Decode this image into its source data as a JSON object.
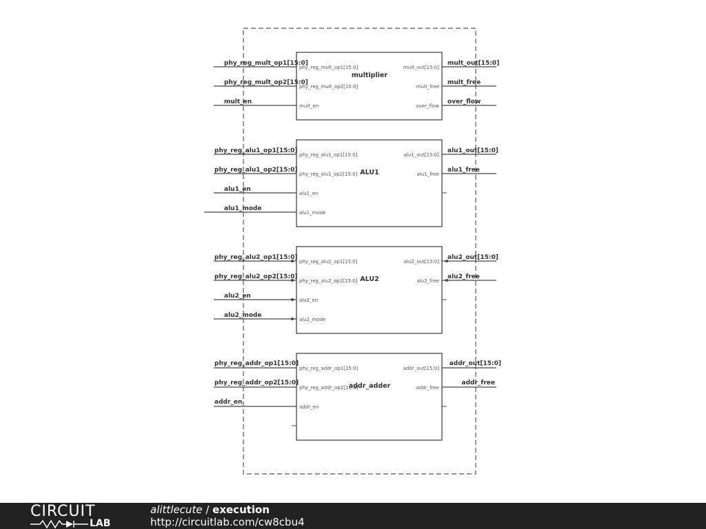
{
  "blocks": {
    "multiplier": {
      "name": "multiplier",
      "inputs": [
        "phy_reg_mult_op1[15:0]",
        "phy_reg_mult_op2[15:0]",
        "mult_en"
      ],
      "outputs": [
        "mult_out[15:0]",
        "mult_free",
        "over_flow"
      ]
    },
    "alu1": {
      "name": "ALU1",
      "inputs": [
        "phy_reg_alu1_op1[15:0]",
        "phy_reg_alu1_op2[15:0]",
        "alu1_en",
        "alu1_mode"
      ],
      "outputs": [
        "alu1_out[15:0]",
        "alu1_free"
      ]
    },
    "alu2": {
      "name": "ALU2",
      "inputs": [
        "phy_reg_alu2_op1[15:0]",
        "phy_reg_alu2_op2[15:0]",
        "alu2_en",
        "alu2_mode"
      ],
      "outputs": [
        "alu2_out[15:0]",
        "alu2_free"
      ]
    },
    "adder": {
      "name": "addr_adder",
      "inputs": [
        "phy_reg_addr_op1[15:0]",
        "phy_reg_addr_op2[15:0]",
        "addr_en"
      ],
      "outputs": [
        "addr_out[15:0]",
        "addr_free"
      ]
    }
  },
  "nets": {
    "multiplier": {
      "inputs": [
        "phy_reg_mult_op1[15:0]",
        "phy_reg_mult_op2[15:0]",
        "mult_en"
      ],
      "outputs": [
        "mult_out[15:0]",
        "mult_free",
        "over_flow"
      ]
    },
    "alu1": {
      "inputs": [
        "phy_reg_alu1_op1[15:0]",
        "phy_reg_alu1_op2[15:0]",
        "alu1_en",
        "alu1_mode"
      ],
      "outputs": [
        "alu1_out[15:0]",
        "alu1_free"
      ]
    },
    "alu2": {
      "inputs": [
        "phy_reg_alu2_op1[15:0]",
        "phy_reg_alu2_op2[15:0]",
        "alu2_en",
        "alu2_mode"
      ],
      "outputs": [
        "alu2_out[15:0]",
        "alu2_free"
      ]
    },
    "adder": {
      "inputs": [
        "phy_reg_addr_op1[15:0]",
        "phy_reg_addr_op2[15:0]",
        "addr_en"
      ],
      "outputs": [
        "addr_out[15:0]",
        "addr_free"
      ]
    }
  },
  "footer": {
    "logo_top": "CIRCUIT",
    "logo_bottom": "LAB",
    "user": "alittlecute",
    "separator": " / ",
    "project": "execution",
    "url": "http://circuitlab.com/cw8cbu4"
  },
  "colors": {
    "footer_bg": "#222222",
    "line": "#444444",
    "text": "#333333"
  }
}
